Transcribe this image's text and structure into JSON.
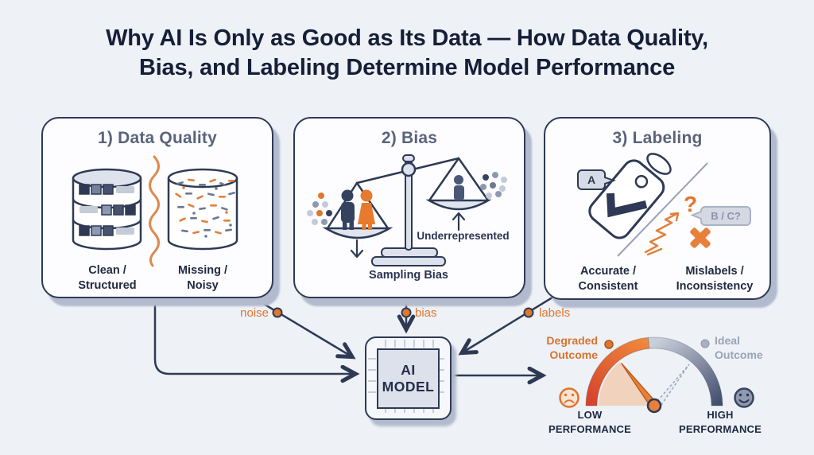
{
  "title": {
    "line1": "Why AI Is Only as Good as Its Data — How Data Quality,",
    "line2": "Bias, and Labeling Determine Model Performance"
  },
  "cards": {
    "data_quality": {
      "heading": "1) Data Quality",
      "left_label": "Clean /\nStructured",
      "right_label": "Missing /\nNoisy"
    },
    "bias": {
      "heading": "2) Bias",
      "underrepresented_label": "Underrepresented",
      "caption": "Sampling Bias"
    },
    "labeling": {
      "heading": "3) Labeling",
      "tag_a": "A",
      "tag_bc": "B / C?",
      "question_mark": "?",
      "left_label": "Accurate /\nConsistent",
      "right_label": "Mislabels /\nInconsistency"
    }
  },
  "flow": {
    "noise_label": "noise",
    "bias_label": "bias",
    "labels_label": "labels",
    "model_label": "AI\nMODEL"
  },
  "gauge": {
    "degraded_label": "Degraded\nOutcome",
    "ideal_label": "Ideal\nOutcome",
    "low_label": "LOW\nPERFORMANCE",
    "high_label": "HIGH\nPERFORMANCE"
  },
  "colors": {
    "background": "#eef1f6",
    "card_border": "#2e3a55",
    "accent_orange": "#e0772e",
    "gauge_red": "#d64530",
    "gauge_navy": "#3c4868",
    "heading_slate": "#59637a",
    "text_navy": "#202a40"
  }
}
